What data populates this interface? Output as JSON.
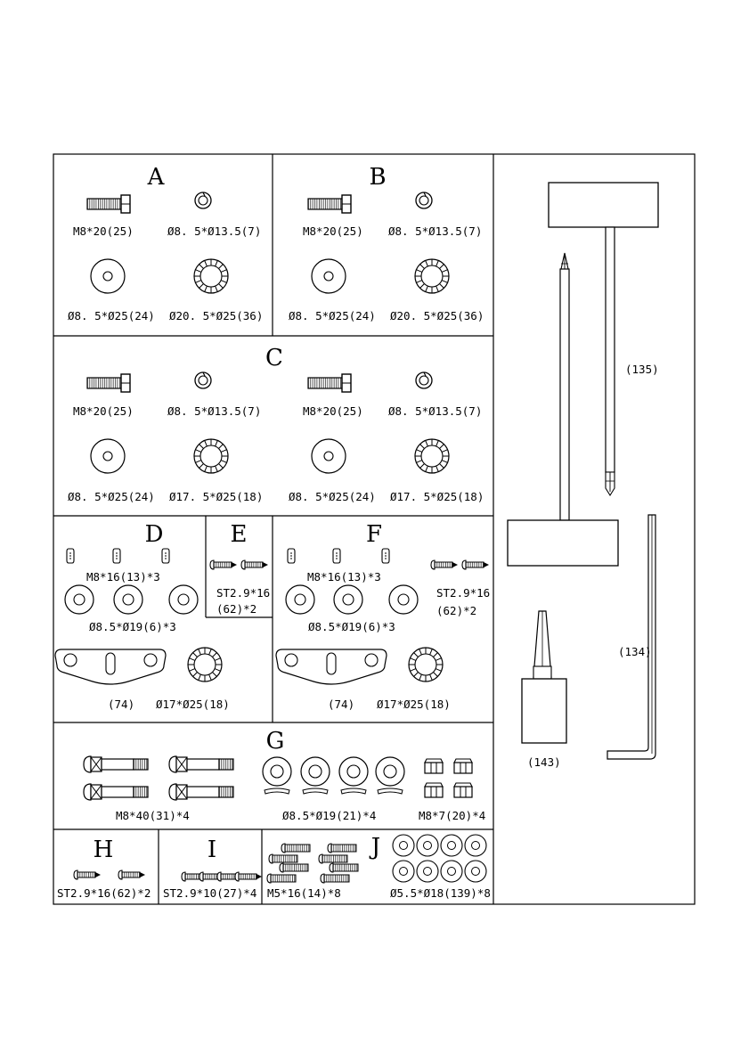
{
  "diagram": {
    "boxes": [
      {
        "letter": "A",
        "labels": [
          "M8*20(25)",
          "Ø8. 5*Ø13.5(7)",
          "Ø8. 5*Ø25(24)",
          "Ø20. 5*Ø25(36)"
        ]
      },
      {
        "letter": "B",
        "labels": [
          "M8*20(25)",
          "Ø8. 5*Ø13.5(7)",
          "Ø8. 5*Ø25(24)",
          "Ø20. 5*Ø25(36)"
        ]
      },
      {
        "letter": "C",
        "labels": [
          "M8*20(25)",
          "Ø8. 5*Ø13.5(7)",
          "Ø8. 5*Ø25(24)",
          "Ø17. 5*Ø25(18)",
          "M8*20(25)",
          "Ø8. 5*Ø13.5(7)",
          "Ø8. 5*Ø25(24)",
          "Ø17. 5*Ø25(18)"
        ]
      },
      {
        "letter": "D",
        "labels": [
          "M8*16(13)*3",
          "Ø8.5*Ø19(6)*3",
          "(74)",
          "Ø17*Ø25(18)"
        ]
      },
      {
        "letter": "E",
        "labels": [
          "ST2.9*16",
          "(62)*2"
        ]
      },
      {
        "letter": "F",
        "labels": [
          "M8*16(13)*3",
          "ST2.9*16",
          "(62)*2",
          "Ø8.5*Ø19(6)*3",
          "(74)",
          "Ø17*Ø25(18)"
        ]
      },
      {
        "letter": "G",
        "labels": [
          "M8*40(31)*4",
          "Ø8.5*Ø19(21)*4",
          "M8*7(20)*4"
        ]
      },
      {
        "letter": "H",
        "labels": [
          "ST2.9*16(62)*2"
        ]
      },
      {
        "letter": "I",
        "labels": [
          "ST2.9*10(27)*4"
        ]
      },
      {
        "letter": "J",
        "labels": [
          "M5*16(14)*8",
          "Ø5.5*Ø18(139)*8"
        ]
      }
    ],
    "tools": [
      {
        "label": "(135)"
      },
      {
        "label": "(134)"
      },
      {
        "label": "(143)"
      }
    ]
  }
}
